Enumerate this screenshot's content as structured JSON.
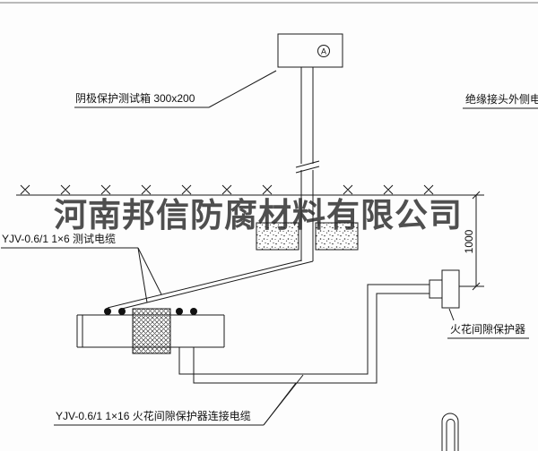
{
  "watermark": "河南邦信防腐材料有限公司",
  "labels": {
    "test_box": "阴极保护测试箱 300x200",
    "outer_cable": "绝缘接头外侧电缆",
    "test_cable": "YJV-0.6/1 1×6  测试电缆",
    "spark_gap": "火花间隙保护器",
    "spark_gap_cable": "YJV-0.6/1 1×16  火花间隙保护器连接电缆"
  },
  "dimension": {
    "value": "1000"
  },
  "terminal": {
    "letter": "A"
  },
  "colors": {
    "line": "#1a1a1a",
    "watermark": "rgba(40,40,40,0.82)"
  }
}
